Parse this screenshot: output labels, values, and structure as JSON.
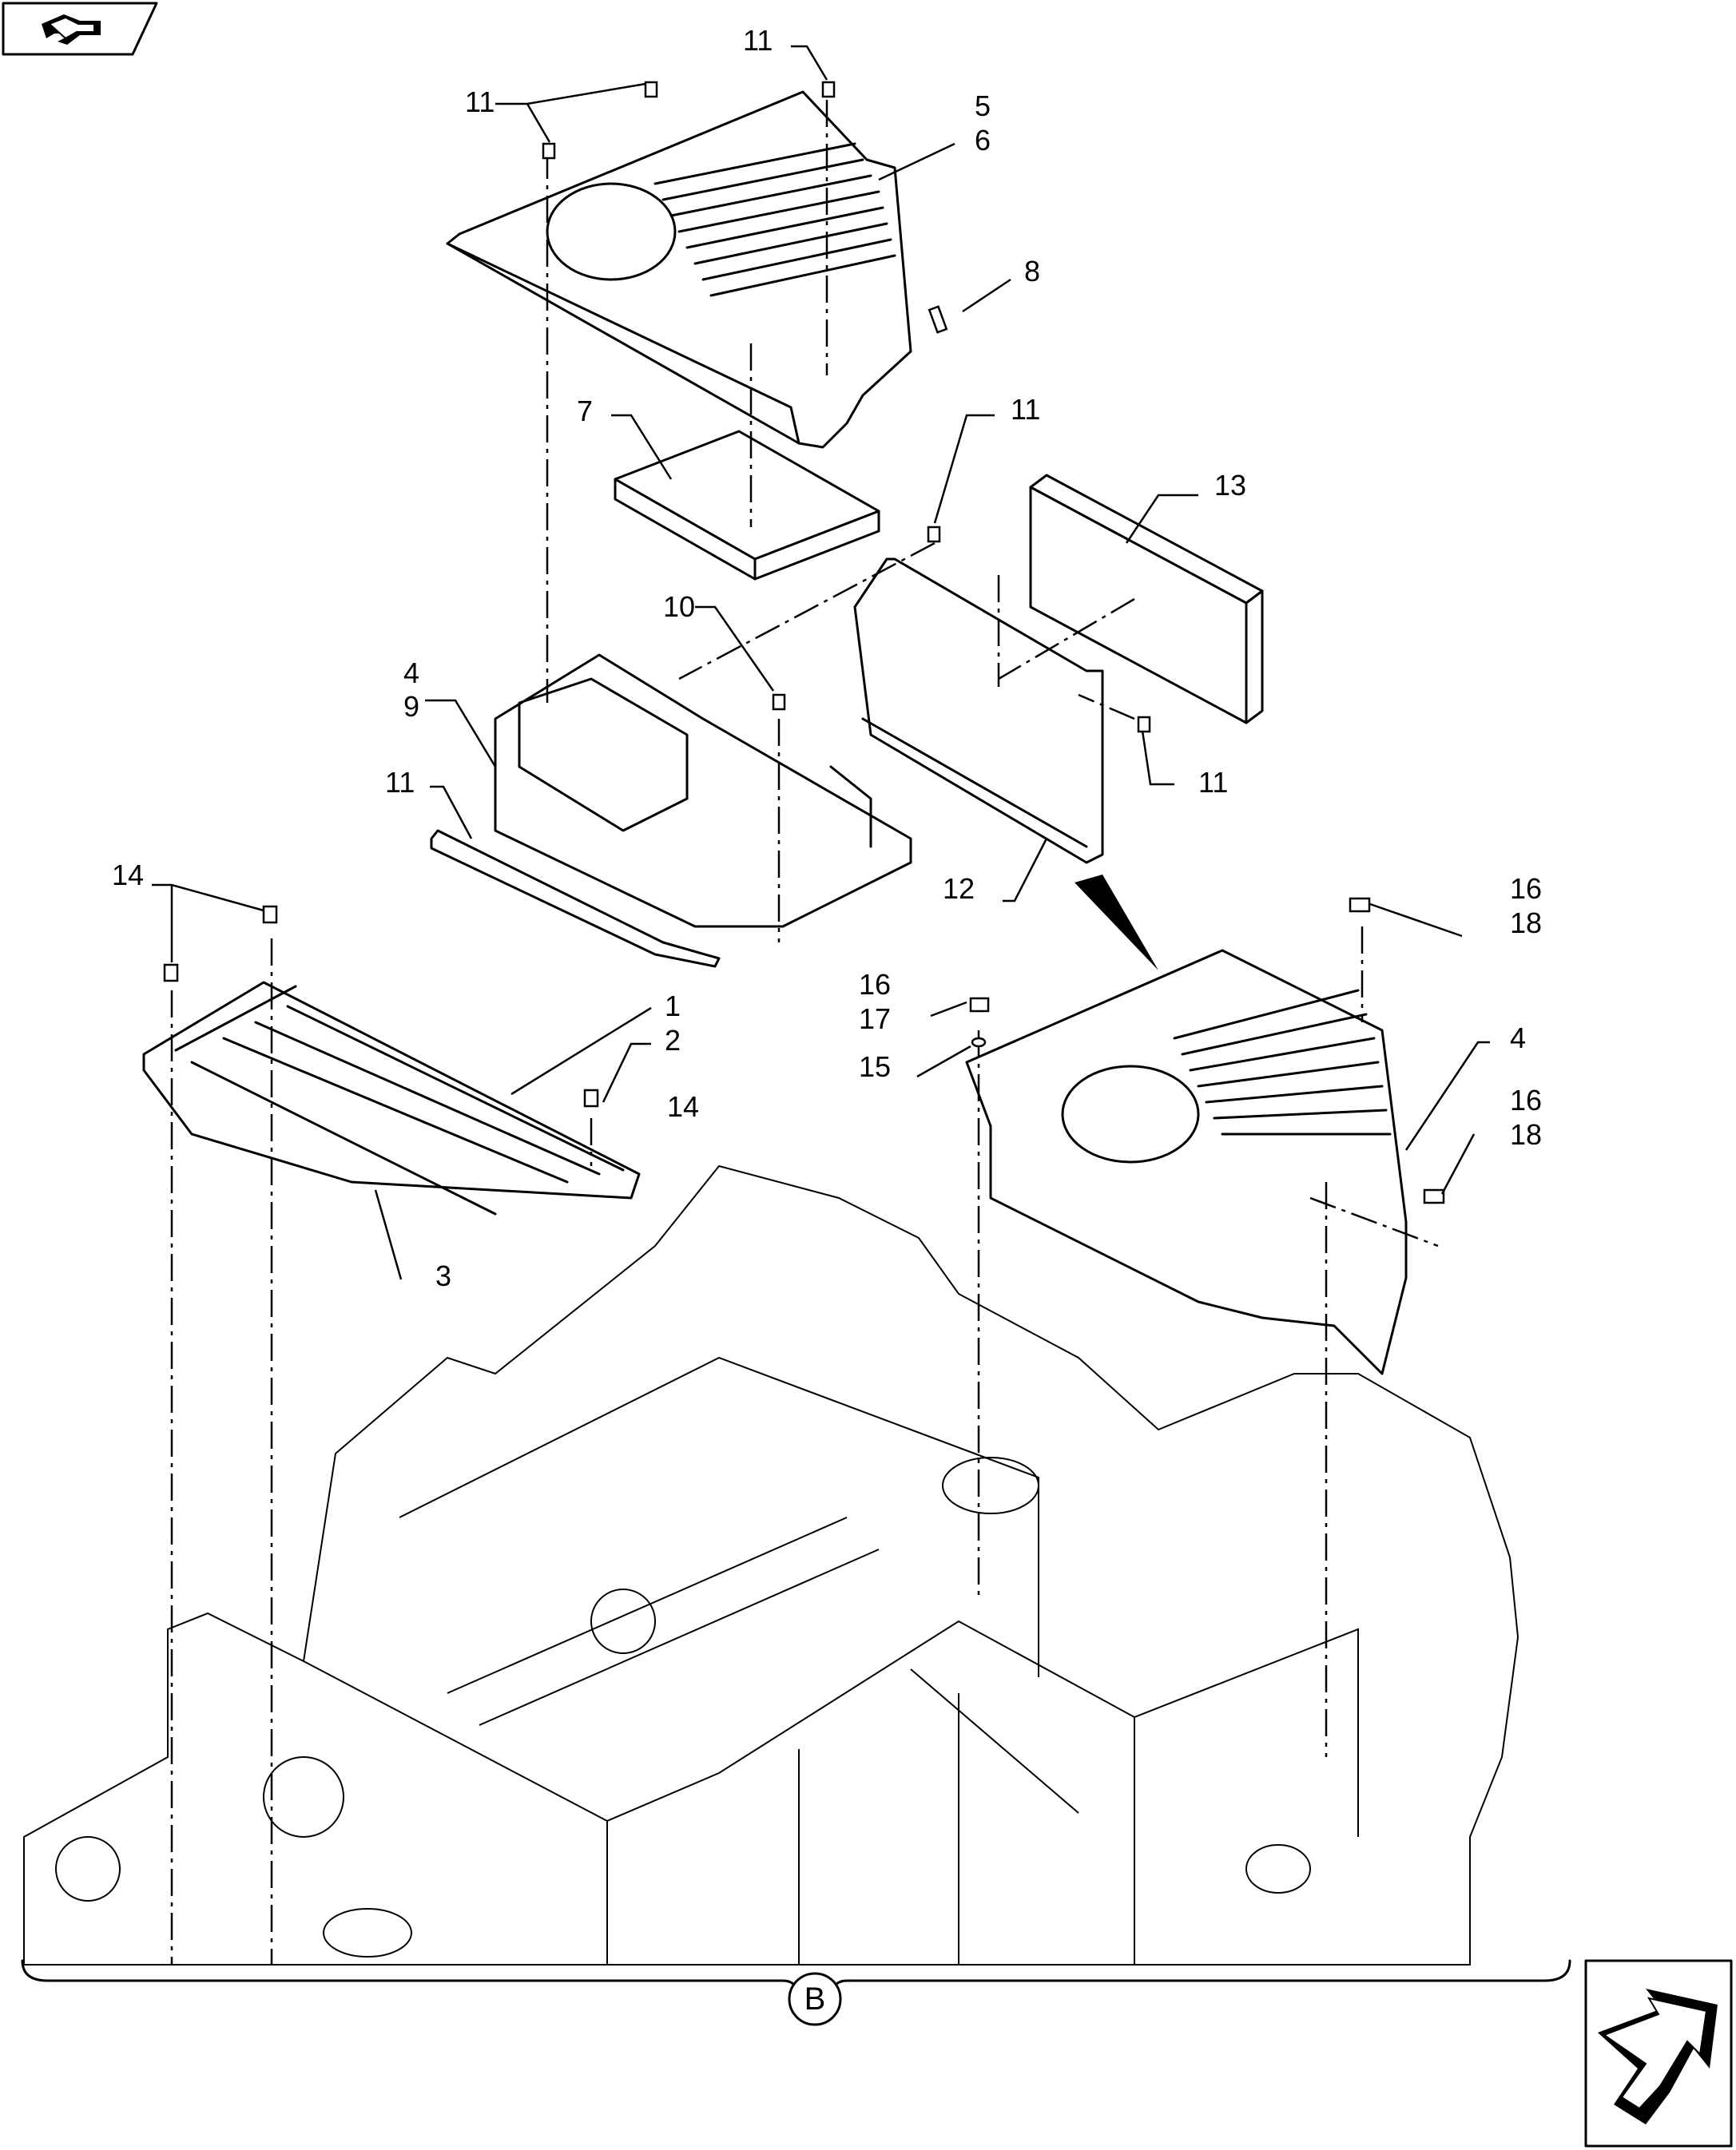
{
  "callouts": [
    {
      "id": "c11a",
      "text": "11"
    },
    {
      "id": "c11b",
      "text": "11"
    },
    {
      "id": "c5",
      "text": "5"
    },
    {
      "id": "c6",
      "text": "6"
    },
    {
      "id": "c8",
      "text": "8"
    },
    {
      "id": "c7",
      "text": "7"
    },
    {
      "id": "c11c",
      "text": "11"
    },
    {
      "id": "c13",
      "text": "13"
    },
    {
      "id": "c11d",
      "text": "11"
    },
    {
      "id": "c4a",
      "text": "4"
    },
    {
      "id": "c9",
      "text": "9"
    },
    {
      "id": "c10",
      "text": "10"
    },
    {
      "id": "c11e",
      "text": "11"
    },
    {
      "id": "c12",
      "text": "12"
    },
    {
      "id": "c14a",
      "text": "14"
    },
    {
      "id": "c1",
      "text": "1"
    },
    {
      "id": "c2",
      "text": "2"
    },
    {
      "id": "c14b",
      "text": "14"
    },
    {
      "id": "c3",
      "text": "3"
    },
    {
      "id": "c16a",
      "text": "16"
    },
    {
      "id": "c18a",
      "text": "18"
    },
    {
      "id": "c16b",
      "text": "16"
    },
    {
      "id": "c17",
      "text": "17"
    },
    {
      "id": "c15",
      "text": "15"
    },
    {
      "id": "c4b",
      "text": "4"
    },
    {
      "id": "c16c",
      "text": "16"
    },
    {
      "id": "c18b",
      "text": "18"
    }
  ],
  "section_marker": "B",
  "icons": {
    "top_left": "previous-page-arrow-icon",
    "bottom_right": "next-page-arrow-icon"
  }
}
